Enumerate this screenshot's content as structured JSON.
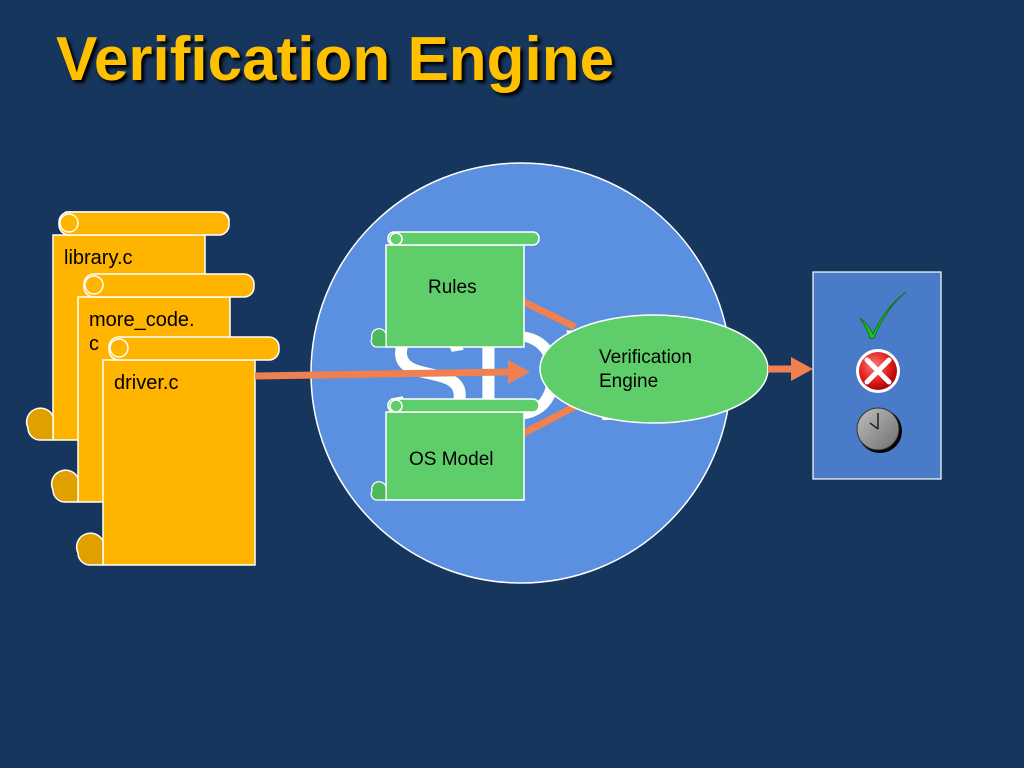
{
  "slide": {
    "title": "Verification Engine"
  },
  "files": [
    {
      "label": "library.c"
    },
    {
      "label": "more_code.\nc"
    },
    {
      "label": "driver.c"
    }
  ],
  "sdv": {
    "watermark": "SDV",
    "rules": "Rules",
    "os_model": "OS Model",
    "engine": "Verification\nEngine"
  },
  "results": {
    "pass_icon": "check-icon",
    "fail_icon": "x-mark-icon",
    "timeout_icon": "clock-icon"
  },
  "colors": {
    "background": "#17365d",
    "title": "#ffc000",
    "scroll_yellow": "#ffb400",
    "circle_blue": "#5b8fe0",
    "green": "#5fce6a",
    "arrow": "#f08050",
    "result_panel": "#4a7bc8"
  }
}
